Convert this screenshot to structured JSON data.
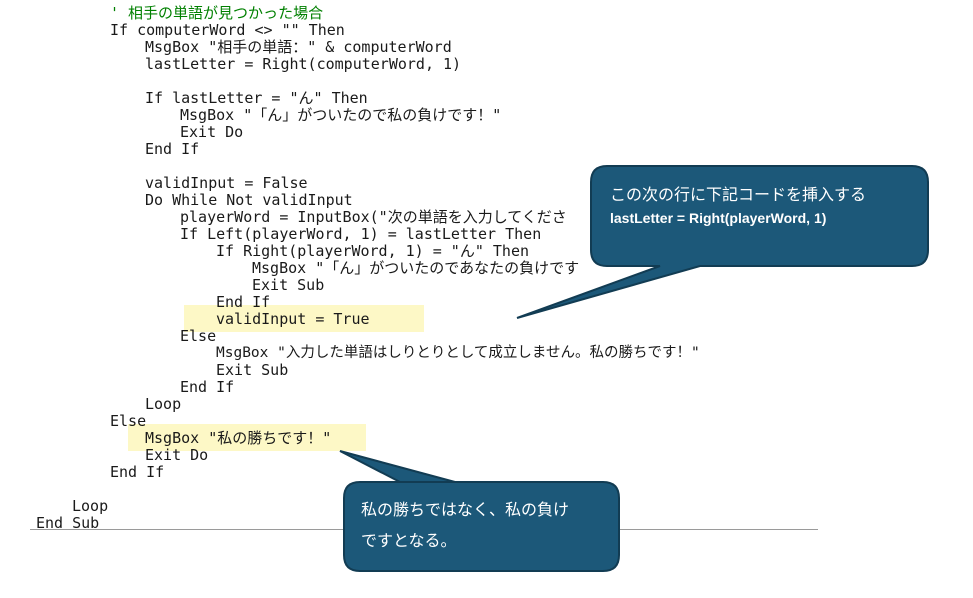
{
  "code_lines": [
    "' 相手の単語が見つかった場合",
    "If computerWord <> \"\" Then",
    "MsgBox \"相手の単語：\" & computerWord",
    "lastLetter = Right(computerWord, 1)",
    "If lastLetter = \"ん\" Then",
    "MsgBox \"「ん」がついたので私の負けです！\"",
    "Exit Do",
    "End If",
    "validInput = False",
    "Do While Not validInput",
    "playerWord = InputBox(\"次の単語を入力してくださ",
    "If Left(playerWord, 1) = lastLetter Then",
    "If Right(playerWord, 1) = \"ん\" Then",
    "MsgBox \"「ん」がついたのであなたの負けです",
    "Exit Sub",
    "End If",
    "validInput = True",
    "Else",
    "MsgBox \"入力した単語はしりとりとして成立しません。私の勝ちです！\"",
    "Exit Sub",
    "End If",
    "Loop",
    "Else",
    "MsgBox \"私の勝ちです！\"",
    "Exit Do",
    "End If",
    "Loop",
    "End Sub"
  ],
  "callouts": {
    "top": {
      "line1": "この次の行に下記コードを挿入する",
      "line2": "lastLetter = Right(playerWord, 1)"
    },
    "bottom": {
      "line1": "私の勝ちではなく、私の負け",
      "line2": "ですとなる。"
    }
  },
  "colors": {
    "callout_fill": "#1c5879",
    "callout_border": "#123c53",
    "highlight": "#fdf8c6",
    "comment": "#008000",
    "code_text": "#1a1a1a"
  }
}
